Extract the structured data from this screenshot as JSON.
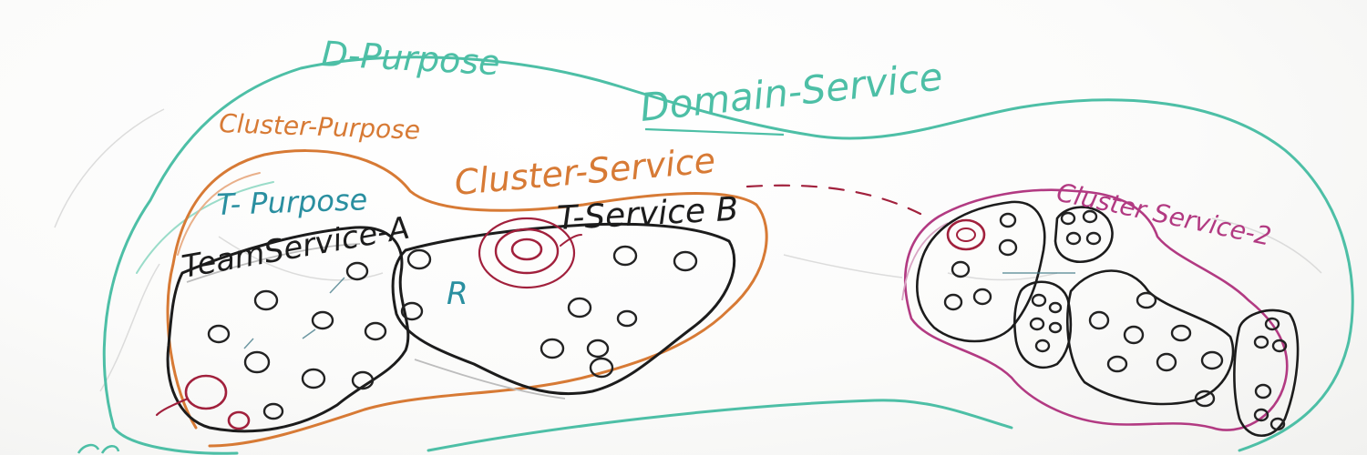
{
  "labels": {
    "d_purpose": "D-Purpose",
    "domain_service": "Domain-Service",
    "cluster_purpose": "Cluster-Purpose",
    "cluster_service": "Cluster-Service",
    "t_purpose": "T- Purpose",
    "team_service_a": "TeamService-A",
    "t_service_b": "T-Service B",
    "r_mark": "R",
    "cluster_service_2": "Cluster Service-2"
  },
  "colors": {
    "domain": "#4dbfa6",
    "cluster": "#d77a35",
    "team": "#1c1c1c",
    "purpose_team": "#2a8fa0",
    "highlight": "#a1203c",
    "cluster2": "#b23a82",
    "ghost": "#c8c8c8"
  }
}
